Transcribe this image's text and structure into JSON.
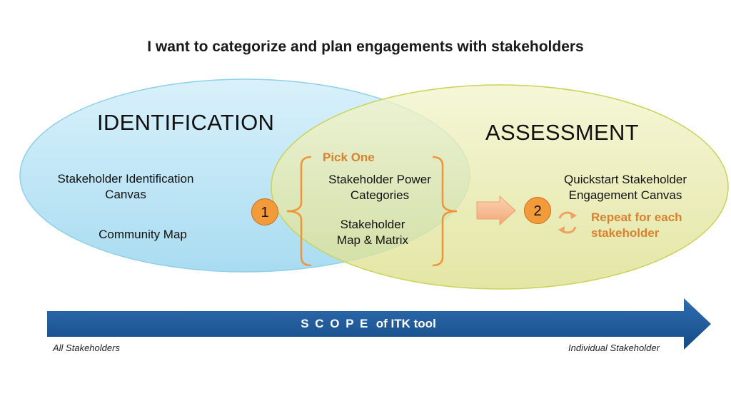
{
  "title": "I want to categorize and plan engagements with stakeholders",
  "identification": {
    "heading": "IDENTIFICATION",
    "item1_line1": "Stakeholder Identification",
    "item1_line2": "Canvas",
    "item2": "Community Map"
  },
  "assessment": {
    "heading": "ASSESSMENT",
    "item_line1": "Quickstart Stakeholder",
    "item_line2": "Engagement Canvas",
    "repeat_line1": "Repeat for each",
    "repeat_line2": "stakeholder"
  },
  "pick": {
    "label": "Pick One",
    "option1_line1": "Stakeholder Power",
    "option1_line2": "Categories",
    "option2_line1": "Stakeholder",
    "option2_line2": "Map & Matrix"
  },
  "steps": {
    "one": "1",
    "two": "2"
  },
  "scope": {
    "spaced": "S C O P E",
    "rest": "of ITK tool",
    "left_label": "All Stakeholders",
    "right_label": "Individual Stakeholder"
  }
}
